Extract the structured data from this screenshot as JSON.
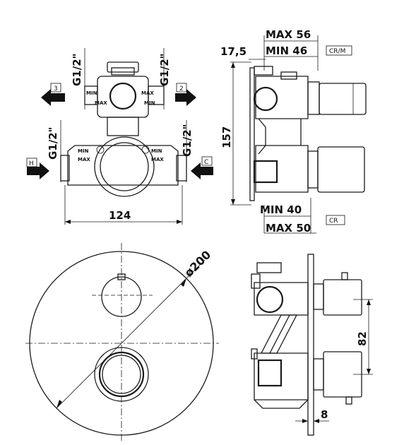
{
  "top_left": {
    "port_top_left": "G1/2\"",
    "port_top_right": "G1/2\"",
    "port_bottom_left": "G1/2\"",
    "port_bottom_right": "G1/2\"",
    "arrow_3": "3",
    "arrow_2": "2",
    "arrow_h": "H",
    "arrow_c": "C",
    "min_upper_left": "MIN",
    "max_upper_left": "MAX",
    "min_upper_right": "MIN",
    "max_upper_right": "MAX",
    "min_lower_left": "MIN",
    "max_lower_left": "MAX",
    "min_lower_right": "MIN",
    "max_lower_right": "MAX",
    "width_dim": "124"
  },
  "top_right": {
    "max_top": "MAX 56",
    "min_top": "MIN 46",
    "offset_dim": "17,5",
    "height_dim": "157",
    "min_bottom": "MIN 40",
    "max_bottom": "MAX 50",
    "label_crm": "CR/M",
    "label_cr": "CR"
  },
  "bottom_left": {
    "diameter_dim": "ø200"
  },
  "bottom_right": {
    "spacing_dim": "82",
    "plate_dim": "8"
  }
}
